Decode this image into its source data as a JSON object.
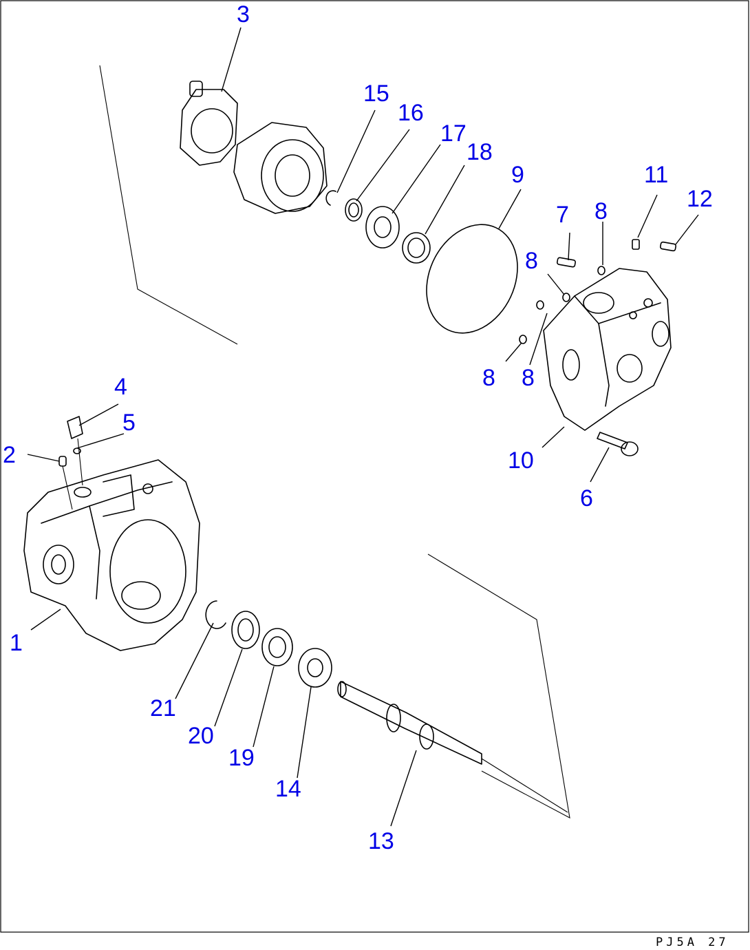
{
  "drawing_code": "PJ5A 27",
  "callouts": {
    "c1": "1",
    "c2": "2",
    "c3": "3",
    "c4": "4",
    "c5": "5",
    "c6": "6",
    "c7": "7",
    "c8a": "8",
    "c8b": "8",
    "c8c": "8",
    "c8d": "8",
    "c9": "9",
    "c10": "10",
    "c11": "11",
    "c12": "12",
    "c13": "13",
    "c14": "14",
    "c15": "15",
    "c16": "16",
    "c17": "17",
    "c18": "18",
    "c19": "19",
    "c20": "20",
    "c21": "21"
  }
}
